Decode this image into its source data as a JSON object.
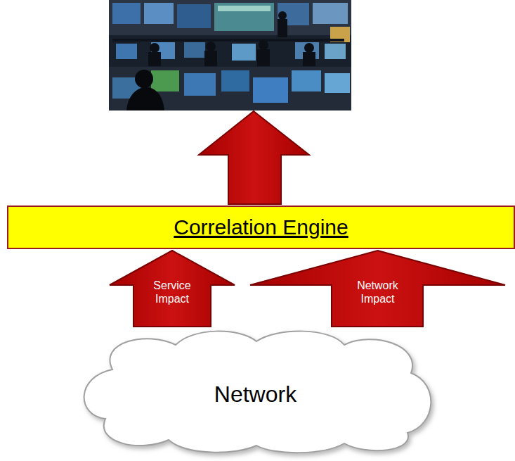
{
  "diagram": {
    "nodes": [
      {
        "text": [
          "Correlation Engine"
        ]
      },
      {
        "text": [
          "Service Impact"
        ]
      },
      {
        "text": [
          "Network Impact"
        ]
      },
      {
        "text": [
          "Network"
        ]
      }
    ]
  }
}
